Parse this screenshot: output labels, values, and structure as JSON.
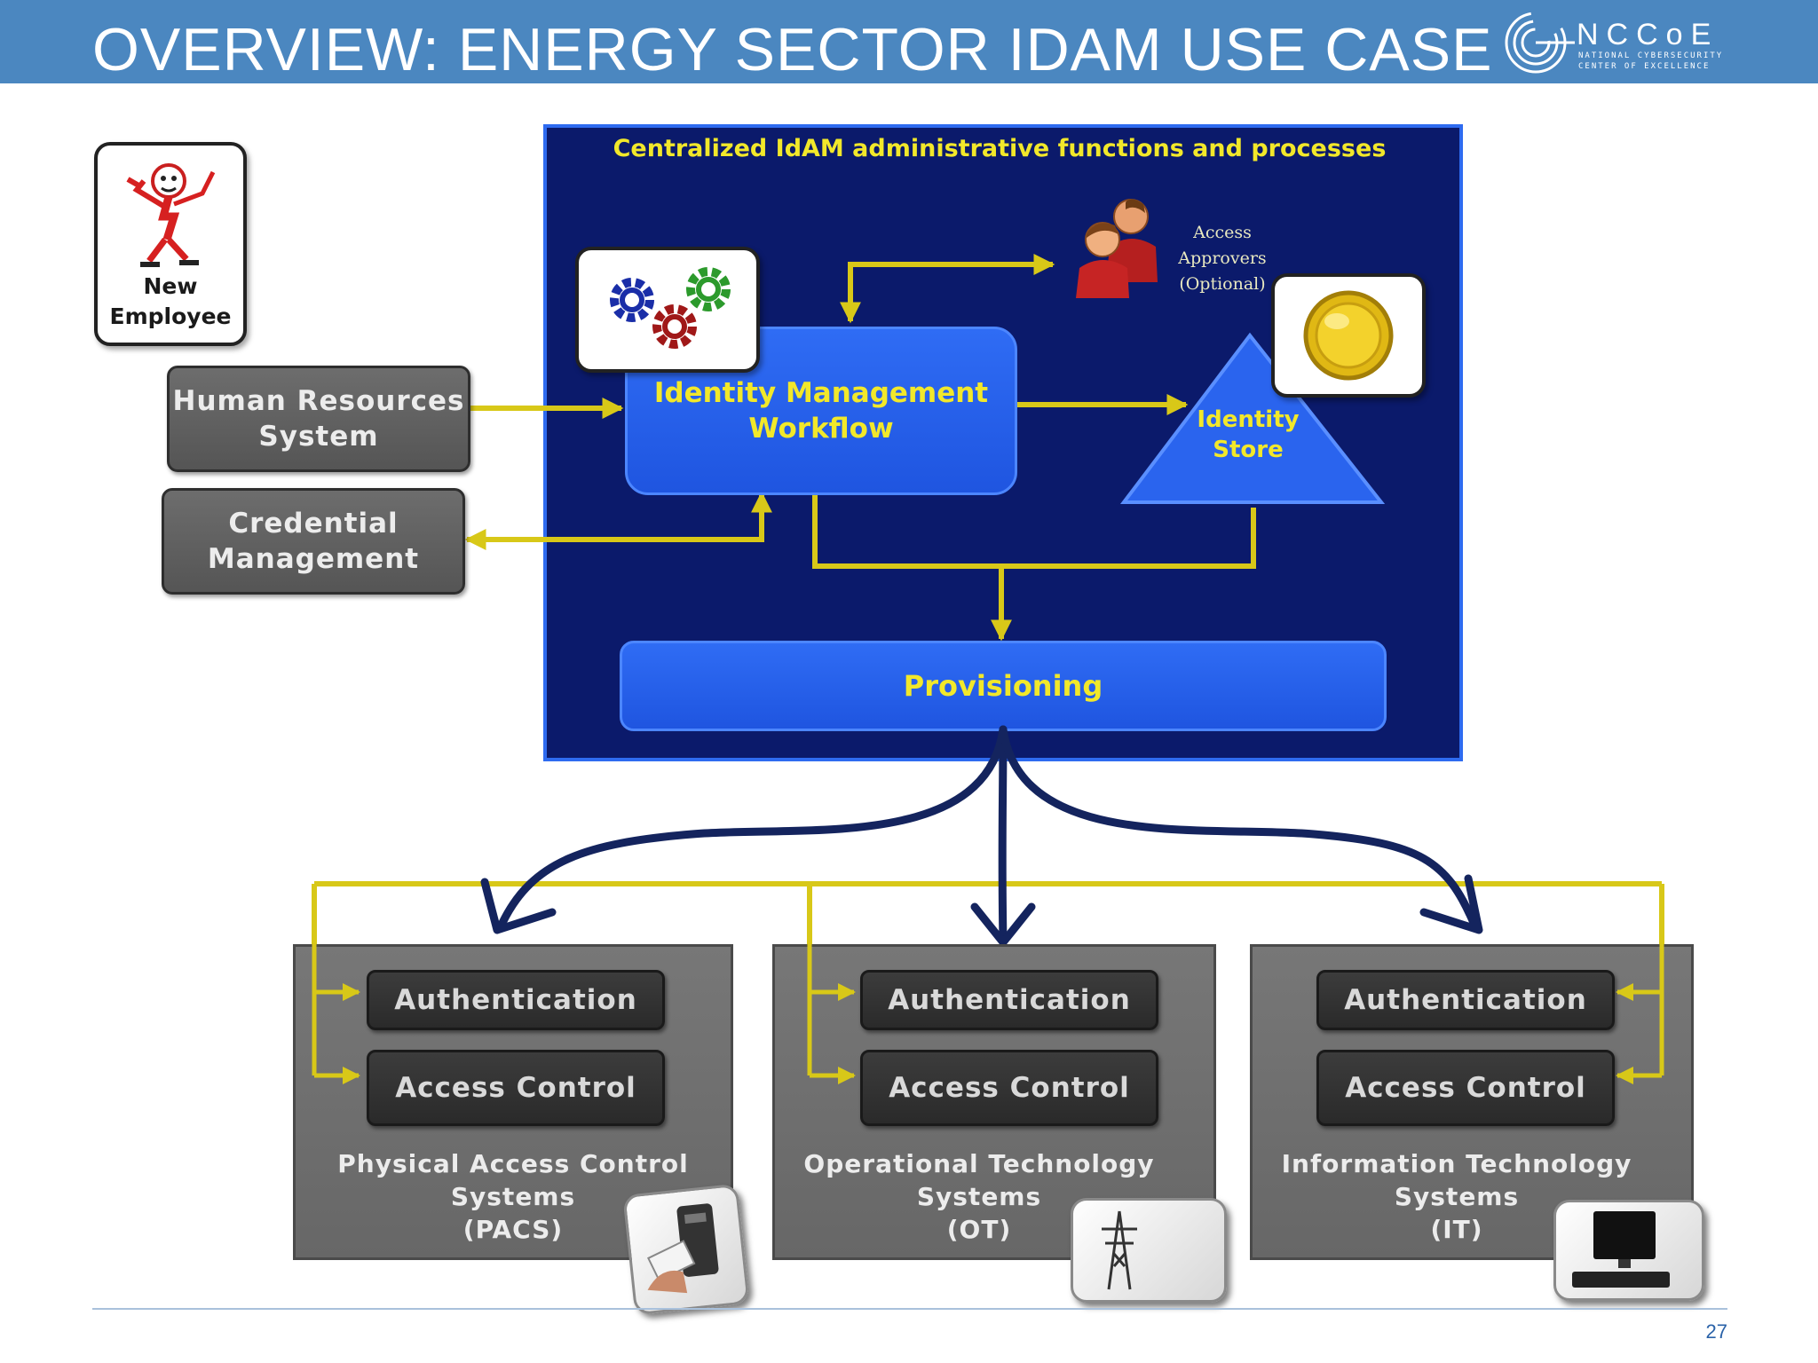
{
  "slide": {
    "title": "OVERVIEW: ENERGY SECTOR IDAM USE CASE",
    "page_number": "27"
  },
  "logo": {
    "wordmark": "NCCoE",
    "line1": "NATIONAL CYBERSECURITY",
    "line2": "CENTER OF EXCELLENCE"
  },
  "colors": {
    "header_blue": "#4b87c0",
    "panel_navy": "#0b1a6b",
    "box_blue": "#2f6cf4",
    "accent_yellow": "#f2e82a",
    "arrow_yellow": "#d8c818",
    "arrow_navy": "#14245e",
    "system_grey": "#6f6f6f"
  },
  "diagram": {
    "new_employee": "New\nEmployee",
    "hr_system": "Human Resources\nSystem",
    "credential_management": "Credential\nManagement",
    "central_title": "Centralized IdAM administrative functions and processes",
    "idm_workflow": "Identity  Management\nWorkflow",
    "access_approvers": "Access\nApprovers\n(Optional)",
    "identity_store": "Identity\nStore",
    "provisioning": "Provisioning",
    "systems": [
      {
        "authentication": "Authentication",
        "access_control": "Access Control",
        "name": "Physical  Access Control\nSystems\n(PACS)"
      },
      {
        "authentication": "Authentication",
        "access_control": "Access Control",
        "name": "Operational Technology\nSystems\n(OT)"
      },
      {
        "authentication": "Authentication",
        "access_control": "Access Control",
        "name": "Information Technology\nSystems\n(IT)"
      }
    ]
  },
  "icons": {
    "employee": "mascot-icon",
    "workflow": "gears-icon",
    "approvers": "people-icon",
    "identity_store": "coin-icon",
    "pacs": "card-reader-icon",
    "ot": "power-tower-icon",
    "it": "computer-icon"
  }
}
